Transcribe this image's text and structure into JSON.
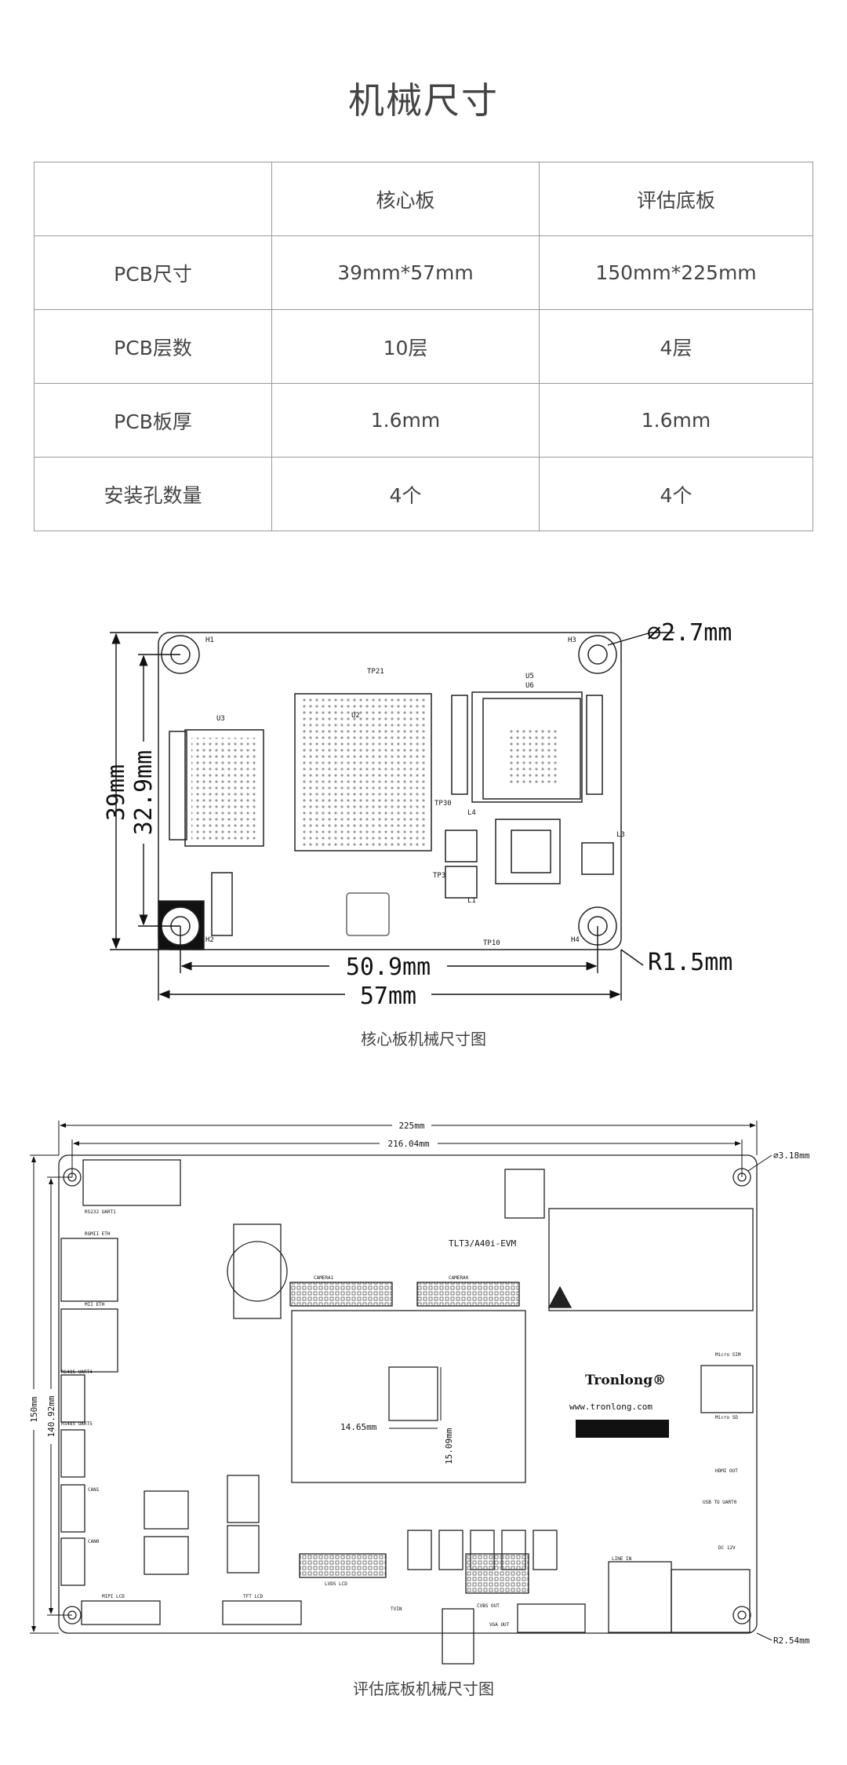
{
  "title": "机械尺寸",
  "spec_table": {
    "headers": [
      "",
      "核心板",
      "评估底板"
    ],
    "rows": [
      {
        "label": "PCB尺寸",
        "core": "39mm*57mm",
        "carrier": "150mm*225mm"
      },
      {
        "label": "PCB层数",
        "core": "10层",
        "carrier": "4层"
      },
      {
        "label": "PCB板厚",
        "core": "1.6mm",
        "carrier": "1.6mm"
      },
      {
        "label": "安装孔数量",
        "core": "4个",
        "carrier": "4个"
      }
    ]
  },
  "core_drawing": {
    "height_label": "39mm",
    "hole_span_v_label": "32.9mm",
    "hole_span_h_label": "50.9mm",
    "width_label": "57mm",
    "hole_diameter_label": "⌀2.7mm",
    "corner_radius_label": "R1.5mm",
    "refs": [
      "H1",
      "H2",
      "H3",
      "H4",
      "U2",
      "U3",
      "U5",
      "U6",
      "L4",
      "L1",
      "L3",
      "TP21",
      "TP30",
      "TP3",
      "TP10"
    ],
    "caption": "核心板机械尺寸图"
  },
  "carrier_drawing": {
    "width_label": "225mm",
    "hole_span_h_label": "216.04mm",
    "height_label": "150mm",
    "hole_span_v_label": "140.92mm",
    "hole_diameter_label": "⌀3.18mm",
    "corner_radius_label": "R2.54mm",
    "chip_w_label": "14.65mm",
    "chip_h_label": "15.09mm",
    "board_name": "TLT3/A40i-EVM",
    "brand": "Tronlong®",
    "website": "www.tronlong.com",
    "connectors": [
      "RS232 UART1",
      "RGMII ETH",
      "MII ETH",
      "RS485 UART4",
      "RS485 UART5",
      "CAN1",
      "CAN0",
      "MIPI LCD",
      "TFT LCD",
      "LVDS LCD",
      "CAMERA1",
      "CAMERA0",
      "Micro SIM",
      "Micro SD",
      "HDMI OUT",
      "USB TO UART0",
      "DC 12V",
      "LINE IN",
      "VGA OUT",
      "CVBS OUT",
      "TVIN"
    ],
    "caption": "评估底板机械尺寸图"
  }
}
